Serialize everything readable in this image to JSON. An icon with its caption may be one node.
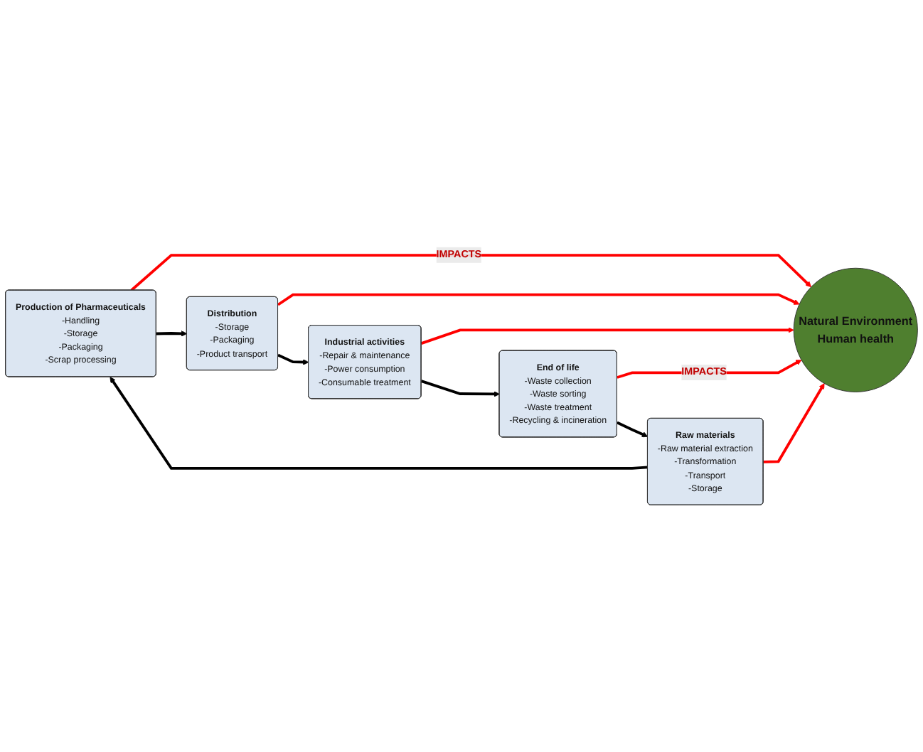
{
  "diagram": {
    "nodes": [
      {
        "text": [
          "Production of Pharmaceuticals",
          "-Handling",
          "-Storage",
          "-Packaging",
          "-Scrap processing"
        ]
      },
      {
        "text": [
          "Distribution",
          "-Storage",
          "-Packaging",
          "-Product transport"
        ]
      },
      {
        "text": [
          "Natural Environment",
          "Human health"
        ]
      },
      {
        "text": [
          "Industrial activities",
          "-Repair & maintenance",
          "-Power consumption",
          "-Consumable treatment"
        ]
      },
      {
        "text": [
          "End of life",
          "-Waste collection",
          "-Waste sorting",
          "-Waste treatment",
          "-Recycling & incineration"
        ]
      },
      {
        "text": [
          "Raw materials",
          "-Raw material extraction",
          "-Transformation",
          "-Transport",
          "-Storage"
        ]
      }
    ],
    "edges": [
      {
        "from": 0,
        "to": 1,
        "arrow": "to"
      },
      {
        "from": 1,
        "to": 3,
        "arrow": "to"
      },
      {
        "from": 3,
        "to": 4,
        "arrow": "to"
      },
      {
        "from": 4,
        "to": 5,
        "arrow": "to"
      },
      {
        "from": 5,
        "to": 0,
        "arrow": "to"
      },
      {
        "from": 0,
        "to": 2,
        "arrow": "to",
        "color": "#ff0000",
        "label": "IMPACTS"
      },
      {
        "from": 1,
        "to": 2,
        "arrow": "to",
        "color": "#ff0000"
      },
      {
        "from": 3,
        "to": 2,
        "arrow": "to",
        "color": "#ff0000"
      },
      {
        "from": 4,
        "to": 2,
        "arrow": "to",
        "color": "#ff0000",
        "label": "IMPACTS"
      },
      {
        "from": 5,
        "to": 2,
        "arrow": "to",
        "color": "#ff0000"
      }
    ]
  }
}
